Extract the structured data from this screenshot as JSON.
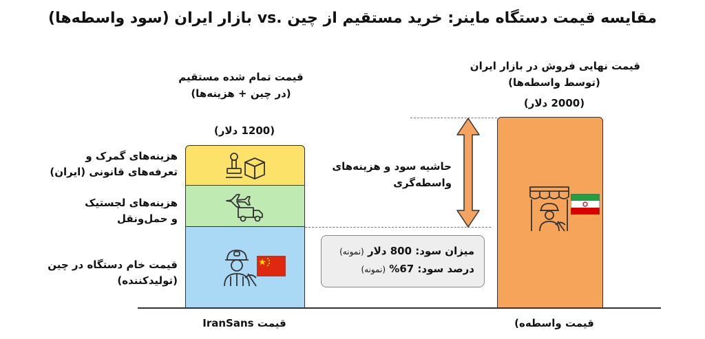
{
  "title": "مقایسه قیمت دستگاه ماینر: خرید مستقیم از چین .vs بازار ایران (سود واسطه‌ها)",
  "left_stack": {
    "header_line1": "قیمت تمام شده مستقیم",
    "header_line2": "(در چین + هزینه‌ها)",
    "price": "(1200 دلار)",
    "segments": [
      {
        "label_line1": "هزینه‌های گمرک و",
        "label_line2": "تعرفه‌های قانونی (ایران)",
        "color": "#fde26a",
        "icon": "customs-stamp-box-icon"
      },
      {
        "label_line1": "هزینه‌های لجستیک",
        "label_line2": "و حمل‌ونقل",
        "color": "#bfeab1",
        "icon": "plane-truck-icon"
      },
      {
        "label_line1": "قیمت خام دستگاه در چین",
        "label_line2": "(تولیدکننده)",
        "color": "#a9d9f5",
        "icon": "miner-worker-icon"
      }
    ],
    "flag": "china-flag-icon",
    "footer": "قیمت IranSans"
  },
  "right_bar": {
    "header_line1": "قیمت نهایی فروش در بازار ایران",
    "header_line2": "(توسط واسطه‌ها)",
    "price": "(2000 دلار)",
    "color": "#f7a45b",
    "icon": "shop-miner-icon",
    "flag": "iran-flag-icon",
    "footer": "قیمت واسطه‌ه)"
  },
  "margin": {
    "label_line1": "حاشیه سود و هزینه‌های",
    "label_line2": "واسطه‌گری",
    "arrow_color": "#f4a460"
  },
  "profit_box": {
    "line1_main": "میزان سود: 800 دلار",
    "line1_note": "(نمونه)",
    "line2_main": "درصد سود: 67%",
    "line2_note": "(نمونه)"
  }
}
